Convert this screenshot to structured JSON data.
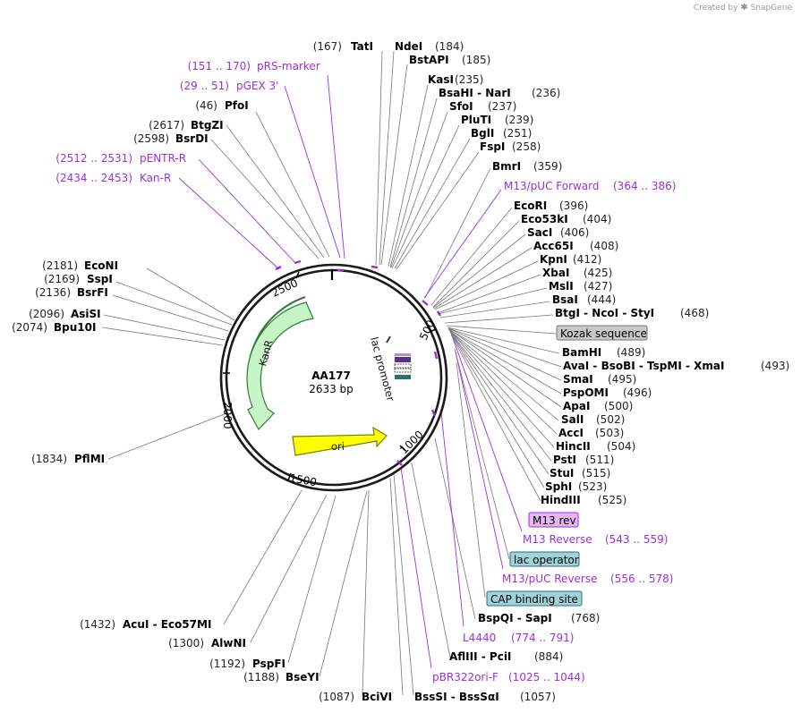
{
  "brand": {
    "prefix": "Created by",
    "name": "SnapGene"
  },
  "plasmid": {
    "name": "AA177",
    "length_label": "2633 bp",
    "length": 2633
  },
  "ticks": [
    "500",
    "1000",
    "1500",
    "2000",
    "2500"
  ],
  "features": [
    {
      "name": "KanR",
      "color": "#c7f5c7",
      "stroke": "#2e7d32"
    },
    {
      "name": "ori",
      "color": "#ffff00",
      "stroke": "#7a7a00"
    },
    {
      "name": "lac promoter",
      "color": "#ffffff",
      "stroke": "#333333"
    }
  ],
  "boxed_labels": [
    {
      "text": "Kozak sequence",
      "fill": "#c8c8c8",
      "stroke": "#777777"
    },
    {
      "text": "M13 rev",
      "fill": "#e7b6f2",
      "stroke": "#9b30d9"
    },
    {
      "text": "lac operator",
      "fill": "#9fd3d9",
      "stroke": "#2f6f78"
    },
    {
      "text": "CAP binding site",
      "fill": "#9fd3d9",
      "stroke": "#2f6f78"
    }
  ],
  "sites_left": [
    {
      "pos": "(167)",
      "name": "TatI"
    },
    {
      "pos": "(46)",
      "name": "PfoI"
    },
    {
      "pos": "(2617)",
      "name": "BtgZI"
    },
    {
      "pos": "(2598)",
      "name": "BsrDI"
    },
    {
      "pos": "(2181)",
      "name": "EcoNI"
    },
    {
      "pos": "(2169)",
      "name": "SspI"
    },
    {
      "pos": "(2136)",
      "name": "BsrFI"
    },
    {
      "pos": "(2096)",
      "name": "AsiSI"
    },
    {
      "pos": "(2074)",
      "name": "Bpu10I"
    },
    {
      "pos": "(1834)",
      "name": "PflMI"
    },
    {
      "pos": "(1432)",
      "name": "AcuI - Eco57MI"
    },
    {
      "pos": "(1300)",
      "name": "AlwNI"
    },
    {
      "pos": "(1192)",
      "name": "PspFI"
    },
    {
      "pos": "(1188)",
      "name": "BseYI"
    },
    {
      "pos": "(1087)",
      "name": "BciVI"
    }
  ],
  "sites_right": [
    {
      "name": "NdeI",
      "pos": "(184)"
    },
    {
      "name": "BstAPI",
      "pos": "(185)"
    },
    {
      "name": "KasI",
      "pos": "(235)"
    },
    {
      "name": "BsaHI - NarI",
      "pos": "(236)"
    },
    {
      "name": "SfoI",
      "pos": "(237)"
    },
    {
      "name": "PluTI",
      "pos": "(239)"
    },
    {
      "name": "BglI",
      "pos": "(251)"
    },
    {
      "name": "FspI",
      "pos": "(258)"
    },
    {
      "name": "BmrI",
      "pos": "(359)"
    },
    {
      "name": "EcoRI",
      "pos": "(396)"
    },
    {
      "name": "Eco53kI",
      "pos": "(404)"
    },
    {
      "name": "SacI",
      "pos": "(406)"
    },
    {
      "name": "Acc65I",
      "pos": "(408)"
    },
    {
      "name": "KpnI",
      "pos": "(412)"
    },
    {
      "name": "XbaI",
      "pos": "(425)"
    },
    {
      "name": "MslI",
      "pos": "(427)"
    },
    {
      "name": "BsaI",
      "pos": "(444)"
    },
    {
      "name": "BtgI - NcoI - StyI",
      "pos": "(468)"
    },
    {
      "name": "BamHI",
      "pos": "(489)"
    },
    {
      "name": "AvaI - BsoBI - TspMI - XmaI",
      "pos": "(493)"
    },
    {
      "name": "SmaI",
      "pos": "(495)"
    },
    {
      "name": "PspOMI",
      "pos": "(496)"
    },
    {
      "name": "ApaI",
      "pos": "(500)"
    },
    {
      "name": "SalI",
      "pos": "(502)"
    },
    {
      "name": "AccI",
      "pos": "(503)"
    },
    {
      "name": "HincII",
      "pos": "(504)"
    },
    {
      "name": "PstI",
      "pos": "(511)"
    },
    {
      "name": "StuI",
      "pos": "(515)"
    },
    {
      "name": "SphI",
      "pos": "(523)"
    },
    {
      "name": "HindIII",
      "pos": "(525)"
    },
    {
      "name": "BspQI - SapI",
      "pos": "(768)"
    },
    {
      "name": "AflIII - PciI",
      "pos": "(884)"
    },
    {
      "name": "BssSI - BssSαI",
      "pos": "(1057)"
    }
  ],
  "primers_left": [
    {
      "range": "(151 .. 170)",
      "name": "pRS-marker"
    },
    {
      "range": "(29 .. 51)",
      "name": "pGEX 3'"
    },
    {
      "range": "(2512 .. 2531)",
      "name": "pENTR-R"
    },
    {
      "range": "(2434 .. 2453)",
      "name": "Kan-R"
    }
  ],
  "primers_right": [
    {
      "name": "M13/pUC Forward",
      "range": "(364 .. 386)"
    },
    {
      "name": "M13 Reverse",
      "range": "(543 .. 559)"
    },
    {
      "name": "M13/pUC Reverse",
      "range": "(556 .. 578)"
    },
    {
      "name": "L4440",
      "range": "(774 .. 791)"
    },
    {
      "name": "pBR322ori-F",
      "range": "(1025 .. 1044)"
    }
  ]
}
